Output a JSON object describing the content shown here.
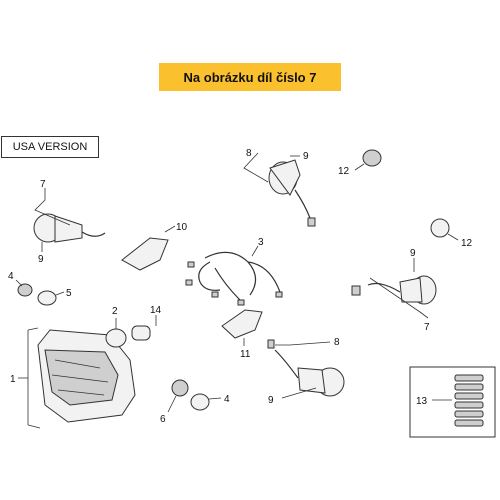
{
  "banner": {
    "text": "Na obrázku díl číslo 7"
  },
  "version_label": "USA VERSION",
  "callouts": {
    "c1": "1",
    "c2": "2",
    "c3": "3",
    "c4a": "4",
    "c4b": "4",
    "c5": "5",
    "c6": "6",
    "c7a": "7",
    "c7b": "7",
    "c8a": "8",
    "c8b": "8",
    "c9a": "9",
    "c9b": "9",
    "c9c": "9",
    "c9d": "9",
    "c10": "10",
    "c11": "11",
    "c12a": "12",
    "c12b": "12",
    "c13": "13",
    "c14": "14"
  },
  "colors": {
    "banner": "#fbc02d",
    "line": "#333333",
    "part_fill": "#f2f2f2"
  }
}
